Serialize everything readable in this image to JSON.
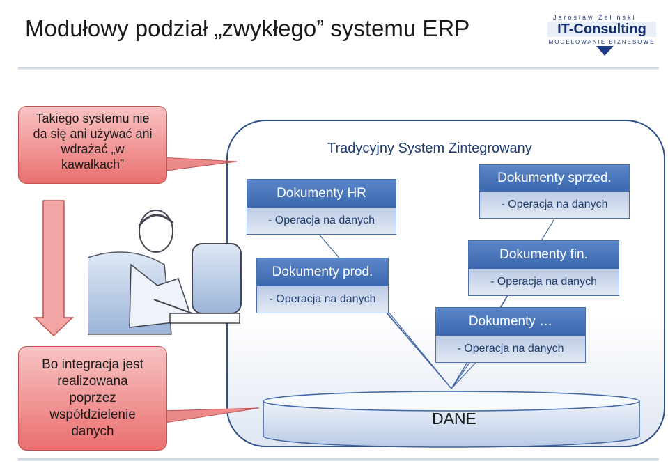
{
  "title": "Modułowy podział „zwykłego” systemu ERP",
  "logo": {
    "top": "Jarosław Żeliński",
    "main": "IT-Consulting",
    "bottom": "MODELOWANIE BIZNESOWE"
  },
  "callout_top": [
    "Takiego systemu nie",
    "da się ani używać ani",
    "wdrażać „w",
    "kawałkach”"
  ],
  "callout_bottom": [
    "Bo integracja jest",
    "realizowana",
    "poprzez",
    "współdzielenie",
    "danych"
  ],
  "system_title": "Tradycyjny System Zintegrowany",
  "modules": {
    "hr": {
      "title": "Dokumenty HR",
      "body": "- Operacja na danych"
    },
    "sales": {
      "title": "Dokumenty sprzed.",
      "body": "- Operacja na danych"
    },
    "prod": {
      "title": "Dokumenty prod.",
      "body": "- Operacja na danych"
    },
    "fin": {
      "title": "Dokumenty fin.",
      "body": "- Operacja na danych"
    },
    "other": {
      "title": "Dokumenty …",
      "body": "- Operacja na danych"
    }
  },
  "database_label": "DANE"
}
